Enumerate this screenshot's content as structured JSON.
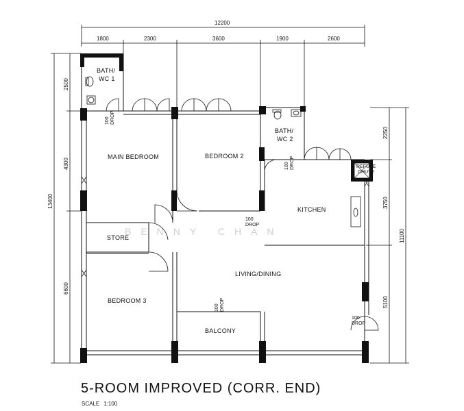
{
  "title": "5-ROOM IMPROVED (CORR. END)",
  "scale": {
    "label": "SCALE",
    "value": "1:100"
  },
  "watermark": "BENNY CHAN",
  "dimensions": {
    "total_width": "12200",
    "top": [
      "1800",
      "2300",
      "3600",
      "1900",
      "2600"
    ],
    "left_total": "13400",
    "left": [
      "2500",
      "4300",
      "6600"
    ],
    "right_total": "11100",
    "right": [
      "2250",
      "3750",
      "5100"
    ]
  },
  "rooms": {
    "bath1": [
      "BATH/",
      "WC 1"
    ],
    "bath2": [
      "BATH/",
      "WC 2"
    ],
    "main_bedroom": "MAIN BEDROOM",
    "bedroom2": "BEDROOM 2",
    "bedroom3": "BEDROOM 3",
    "kitchen": "KITCHEN",
    "store": "STORE",
    "living_dining": "LIVING/DINING",
    "balcony": "BALCONY",
    "refuse_chute": [
      "REFUSE",
      "CHUTE"
    ]
  },
  "drops": [
    [
      "100",
      "DROP"
    ],
    [
      "100",
      "DROP"
    ],
    [
      "100",
      "DROP"
    ],
    [
      "100",
      "DROP"
    ],
    [
      "100",
      "DROP"
    ]
  ]
}
